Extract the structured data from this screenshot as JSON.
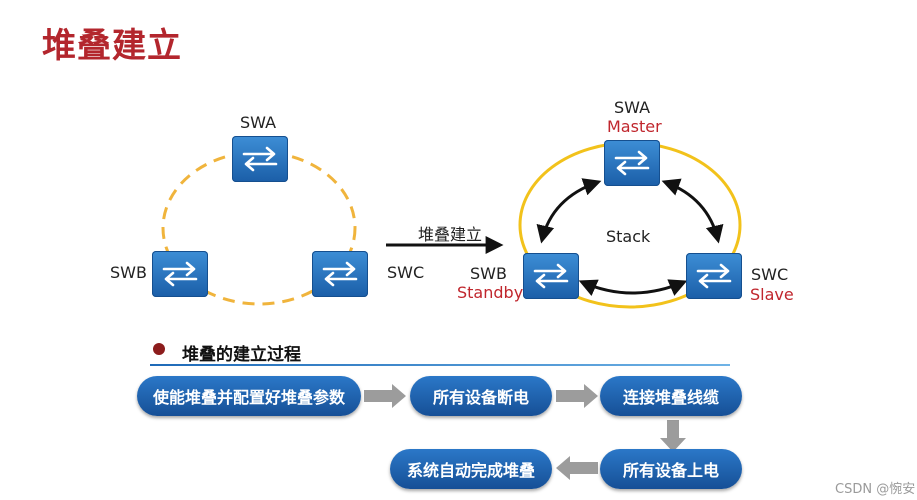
{
  "title": "堆叠建立",
  "left_ring": {
    "swa_label": "SWA",
    "swb_label": "SWB",
    "swc_label": "SWC"
  },
  "transition_label": "堆叠建立",
  "right_ring": {
    "swa_label": "SWA",
    "swa_role": "Master",
    "swb_label": "SWB",
    "swb_role": "Standby",
    "swc_label": "SWC",
    "swc_role": "Slave",
    "center_label": "Stack"
  },
  "process": {
    "heading": "堆叠的建立过程",
    "steps": [
      "使能堆叠并配置好堆叠参数",
      "所有设备断电",
      "连接堆叠线缆",
      "所有设备上电",
      "系统自动完成堆叠"
    ]
  },
  "colors": {
    "title": "#b3262d",
    "role": "#c0262d",
    "switch_blue": "#1f64b0",
    "ring_dashed": "#f0b43c",
    "ring_solid": "#f2c21b",
    "step_blue": "#1e62ad"
  },
  "watermark": "CSDN @惋安"
}
